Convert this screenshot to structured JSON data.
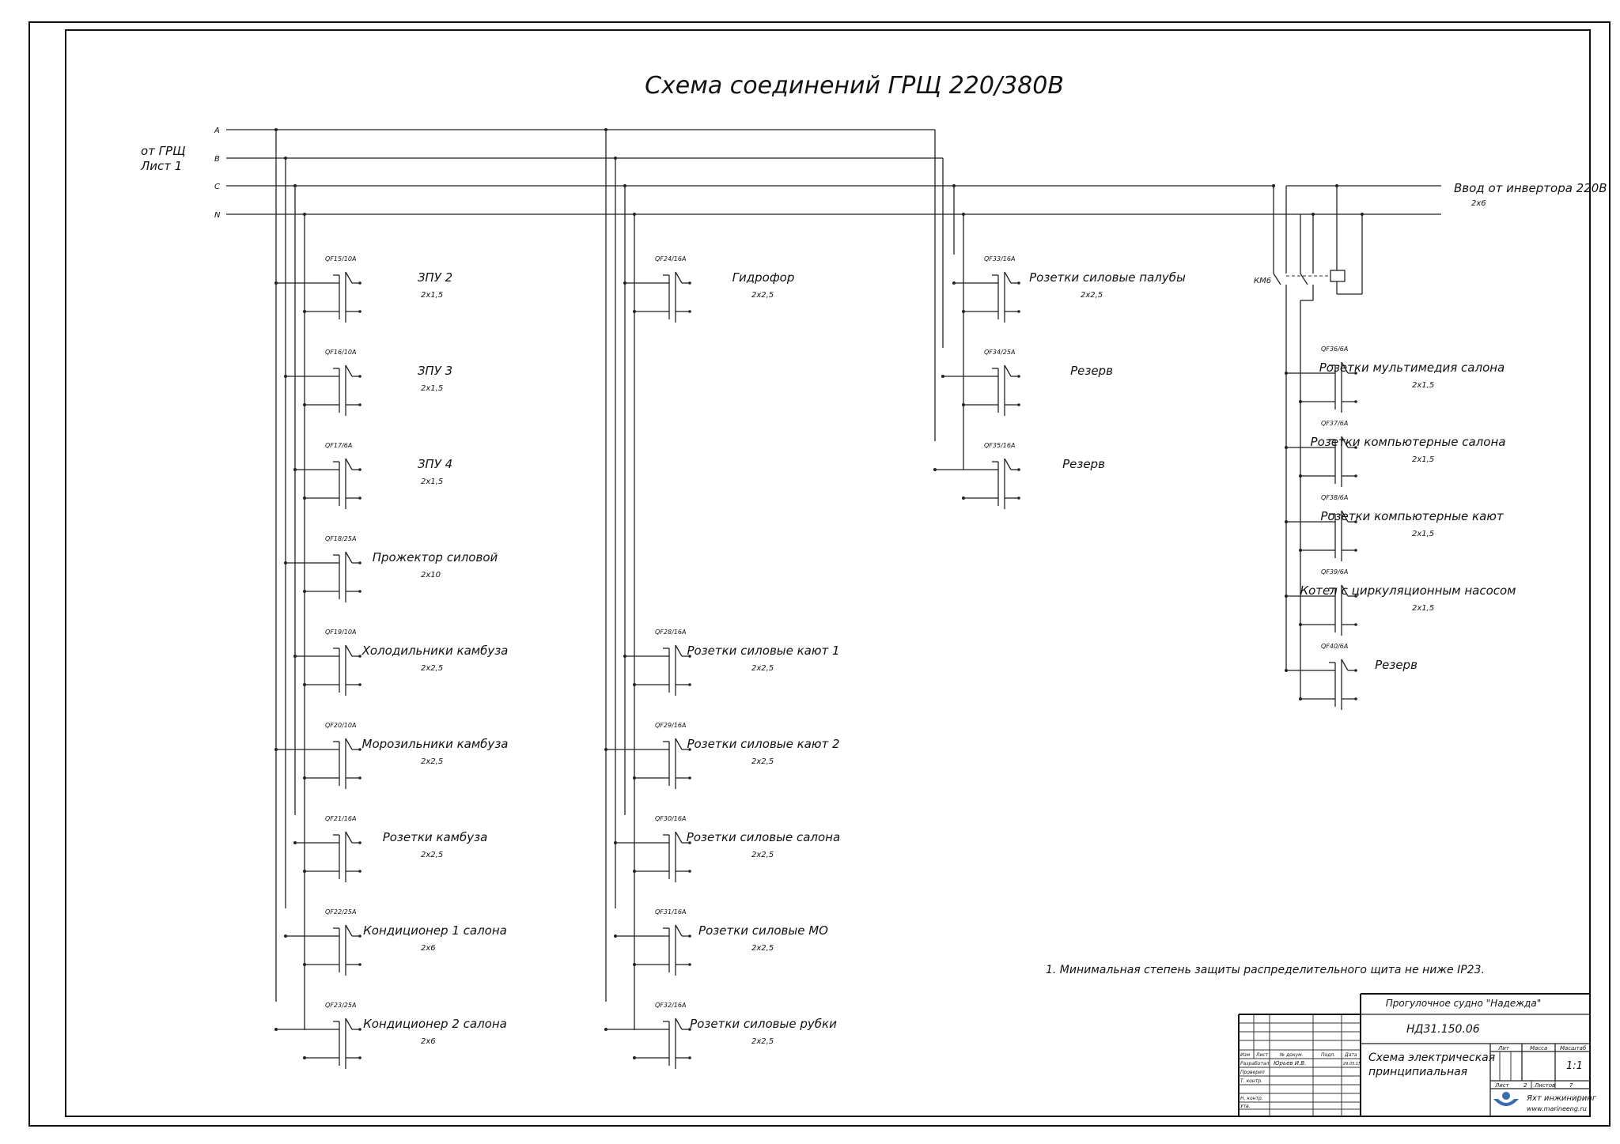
{
  "title": "Схема соединений ГРЩ 220/380В",
  "source_label": [
    "от ГРЩ",
    "Лист 1"
  ],
  "buses": [
    "A",
    "B",
    "C",
    "N"
  ],
  "inverter": {
    "label": "Ввод от инвертора 220В",
    "cable": "2х6",
    "contactor": "КМ6"
  },
  "note": "1. Минимальная степень защиты распределительного щита не ниже IP23.",
  "columns": [
    {
      "id": "col1",
      "breakers": [
        {
          "id": "QF15/10A",
          "name": "ЗПУ 2",
          "cable": "2х1,5"
        },
        {
          "id": "QF16/10A",
          "name": "ЗПУ 3",
          "cable": "2х1,5"
        },
        {
          "id": "QF17/6A",
          "name": "ЗПУ 4",
          "cable": "2х1,5"
        },
        {
          "id": "QF18/25A",
          "name": "Прожектор силовой",
          "cable": "2х10"
        },
        {
          "id": "QF19/10A",
          "name": "Холодильники камбуза",
          "cable": "2х2,5"
        },
        {
          "id": "QF20/10A",
          "name": "Морозильники камбуза",
          "cable": "2х2,5"
        },
        {
          "id": "QF21/16A",
          "name": "Розетки камбуза",
          "cable": "2х2,5"
        },
        {
          "id": "QF22/25A",
          "name": "Кондиционер 1 салона",
          "cable": "2х6"
        },
        {
          "id": "QF23/25A",
          "name": "Кондиционер 2 салона",
          "cable": "2х6"
        }
      ]
    },
    {
      "id": "col2",
      "breakers": [
        {
          "id": "QF24/16A",
          "name": "Гидрофор",
          "cable": "2х2,5"
        },
        {
          "id": "QF28/16A",
          "name": "Розетки силовые кают 1",
          "cable": "2х2,5"
        },
        {
          "id": "QF29/16A",
          "name": "Розетки силовые кают 2",
          "cable": "2х2,5"
        },
        {
          "id": "QF30/16A",
          "name": "Розетки силовые салона",
          "cable": "2х2,5"
        },
        {
          "id": "QF31/16A",
          "name": "Розетки силовые МО",
          "cable": "2х2,5"
        },
        {
          "id": "QF32/16A",
          "name": "Розетки силовые рубки",
          "cable": "2х2,5"
        }
      ]
    },
    {
      "id": "col3",
      "breakers": [
        {
          "id": "QF33/16A",
          "name": "Розетки силовые палубы",
          "cable": "2х2,5"
        },
        {
          "id": "QF34/25A",
          "name": "Резерв",
          "cable": ""
        },
        {
          "id": "QF35/16A",
          "name": "Резерв",
          "cable": ""
        }
      ]
    },
    {
      "id": "col4",
      "breakers": [
        {
          "id": "QF36/6A",
          "name": "Розетки мультимедия салона",
          "cable": "2х1,5"
        },
        {
          "id": "QF37/6A",
          "name": "Розетки компьютерные салона",
          "cable": "2х1,5"
        },
        {
          "id": "QF38/6A",
          "name": "Розетки компьютерные кают",
          "cable": "2х1,5"
        },
        {
          "id": "QF39/6A",
          "name": "Котел с циркуляционным насосом",
          "cable": "2х1,5"
        },
        {
          "id": "QF40/6A",
          "name": "Резерв",
          "cable": ""
        }
      ]
    }
  ],
  "title_block": {
    "vessel": "Прогулочное судно \"Надежда\"",
    "doc_code": "НД31.150.06",
    "doc_title": [
      "Схема электрическая",
      "принципиальная"
    ],
    "header_cells": [
      "Изм",
      "Лист",
      "№ докум.",
      "Подп.",
      "Дата"
    ],
    "row_labels": [
      "Разработал",
      "Проверил",
      "Т. контр.",
      "",
      "Н. контр.",
      "Утв."
    ],
    "developer": "Юрьев И.В.",
    "date": "29.05.15",
    "lit_label": "Лит",
    "mass_label": "Масса",
    "scale_label": "Масштаб",
    "scale": "1:1",
    "sheet_label": "Лист",
    "sheet_no": "2",
    "sheets_label": "Листов",
    "sheets_total": "7",
    "company": "Яхт инжиниринг",
    "website": "www.marineeng.ru"
  }
}
